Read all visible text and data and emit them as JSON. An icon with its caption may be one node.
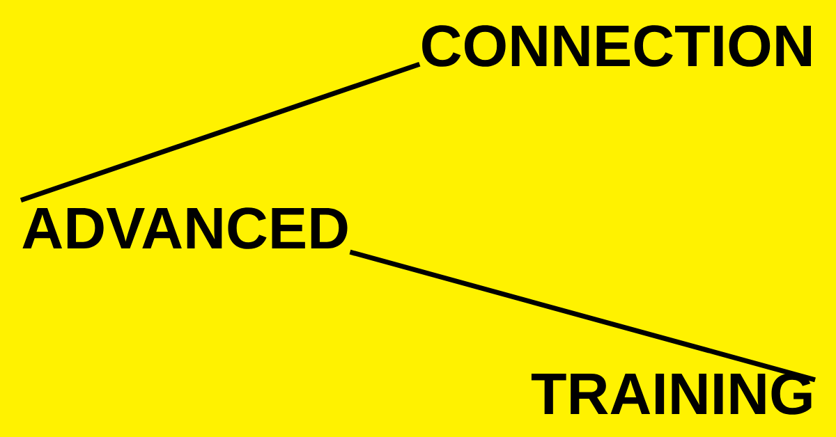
{
  "diagram": {
    "nodes": [
      {
        "text": [
          "CONNECTION"
        ]
      },
      {
        "text": [
          "ADVANCED"
        ]
      },
      {
        "text": [
          "TRAINING"
        ]
      }
    ],
    "edges": [
      {
        "from": 1,
        "to": 0,
        "arrow": "none"
      },
      {
        "from": 1,
        "to": 2,
        "arrow": "none"
      }
    ]
  }
}
